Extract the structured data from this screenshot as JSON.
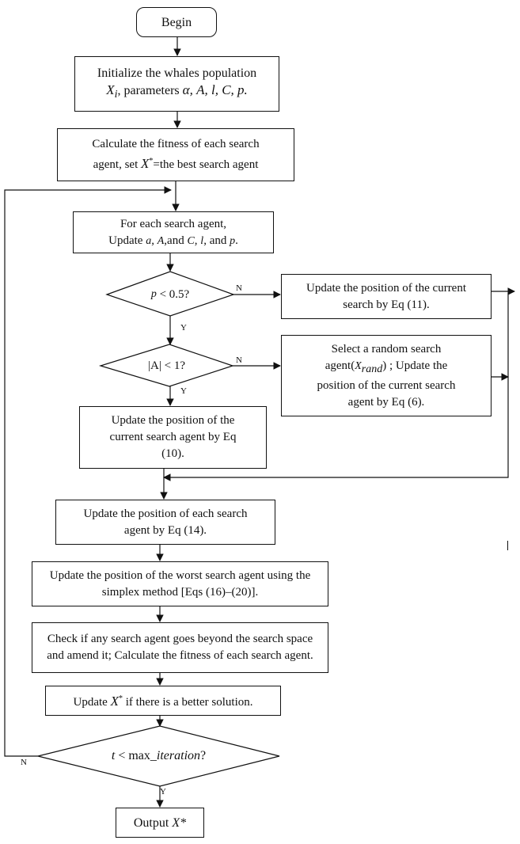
{
  "flowchart": {
    "begin": "Begin",
    "init": {
      "line1": "Initialize the whales population",
      "x": "X",
      "x_sub": "i",
      "params_label": ", parameters",
      "alpha": "α",
      "params_rest": ",  A, l, C, p."
    },
    "fitness": {
      "line1": "Calculate the fitness of each search",
      "line2_pre": "agent, set",
      "x": "X",
      "star": "*",
      "line2_post": "=the best search agent"
    },
    "for_each": {
      "line1": "For each search agent,",
      "upd": "Update",
      "a": "a",
      "sep1": ",",
      "A": "A",
      "and_c": ",and",
      "C": "C",
      "sep2": ",",
      "l": "l",
      "and_p": ", and",
      "p": "p",
      "end": "."
    },
    "dec_p": {
      "p": "p",
      "rest": "< 0.5?"
    },
    "dec_a": "|A| < 1?",
    "update_11": {
      "line1": "Update the position of the current",
      "line2": "search by Eq (11)."
    },
    "random_agent": {
      "line1": "Select a random search",
      "pre": "agent(",
      "x": "X",
      "sub": "rand",
      "post": ") ; Update the",
      "line3": "position of the current search",
      "line4": "agent by Eq (6)."
    },
    "update_10": {
      "line1": "Update the position of the",
      "line2": "current search agent by Eq",
      "line3": "(10)."
    },
    "update_14": {
      "line1": "Update the position of each search",
      "line2": "agent by Eq (14)."
    },
    "simplex": {
      "line1": "Update the position of the worst search agent using the",
      "line2": "simplex method [Eqs (16)–(20)]."
    },
    "check": {
      "line1": "Check if any search agent goes beyond the search space",
      "line2": "and amend it; Calculate the fitness of each search agent."
    },
    "update_best": {
      "pre": "Update",
      "x": "X",
      "star": "*",
      "post": "if there is a better solution."
    },
    "dec_iter": {
      "t": "t",
      "lt": "< max_",
      "iteration": "iteration",
      "q": "?"
    },
    "output": {
      "pre": "Output",
      "x": "X*"
    },
    "labels": {
      "n_p": "N",
      "y_p": "Y",
      "n_a": "N",
      "y_a": "Y",
      "n_iter": "N",
      "y_iter": "Y"
    }
  }
}
